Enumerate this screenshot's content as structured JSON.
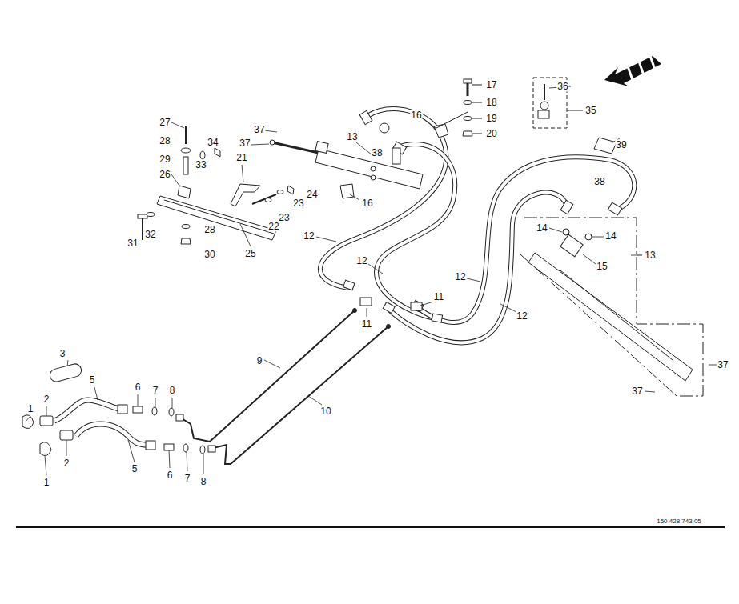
{
  "diagram": {
    "labels": [
      "17",
      "36",
      "35",
      "18",
      "16",
      "19",
      "37",
      "13",
      "20",
      "27",
      "38",
      "37",
      "39",
      "28",
      "34",
      "33",
      "29",
      "21",
      "26",
      "24",
      "23",
      "38",
      "16",
      "23",
      "22",
      "14",
      "14",
      "32",
      "28",
      "31",
      "12",
      "13",
      "15",
      "30",
      "25",
      "12",
      "12",
      "11",
      "12",
      "11",
      "3",
      "9",
      "37",
      "37",
      "5",
      "6",
      "7",
      "8",
      "2",
      "1",
      "10",
      "2",
      "5",
      "6",
      "7",
      "8",
      "1",
      "150 428 743 05"
    ]
  }
}
